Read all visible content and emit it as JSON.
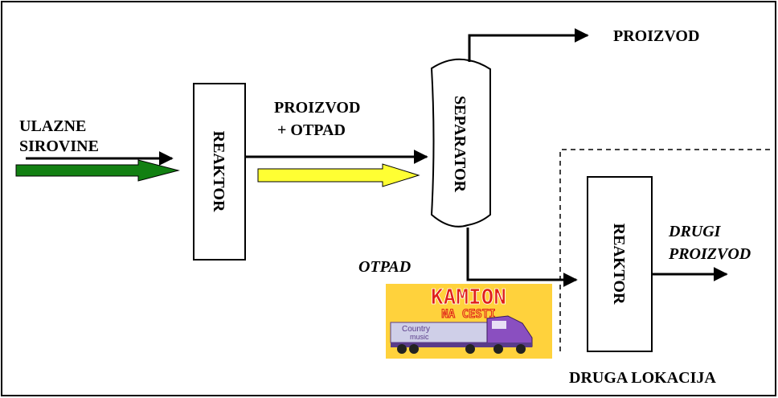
{
  "diagram": {
    "labels": {
      "ulazne": "ULAZNE",
      "sirovine": "SIROVINE",
      "reaktor1": "REAKTOR",
      "proizvod_otpad_line1": "PROIZVOD",
      "proizvod_otpad_line2": "+ OTPAD",
      "separator": "SEPARATOR",
      "proizvod_top": "PROIZVOD",
      "otpad": "OTPAD",
      "reaktor2": "REAKTOR",
      "drugi": "DRUGI",
      "proizvod2": "PROIZVOD",
      "druga_lokacija": "DRUGA LOKACIJA"
    },
    "logo": {
      "line1": "KAMION",
      "line2": "NA CESTI",
      "line3": "Country",
      "line4": "music"
    },
    "colors": {
      "green_arrow": "#128012",
      "yellow_arrow": "#ffff33",
      "logo_background": "#ffd23c",
      "logo_red": "#e0201a",
      "truck_purple": "#8a4fc0"
    }
  }
}
